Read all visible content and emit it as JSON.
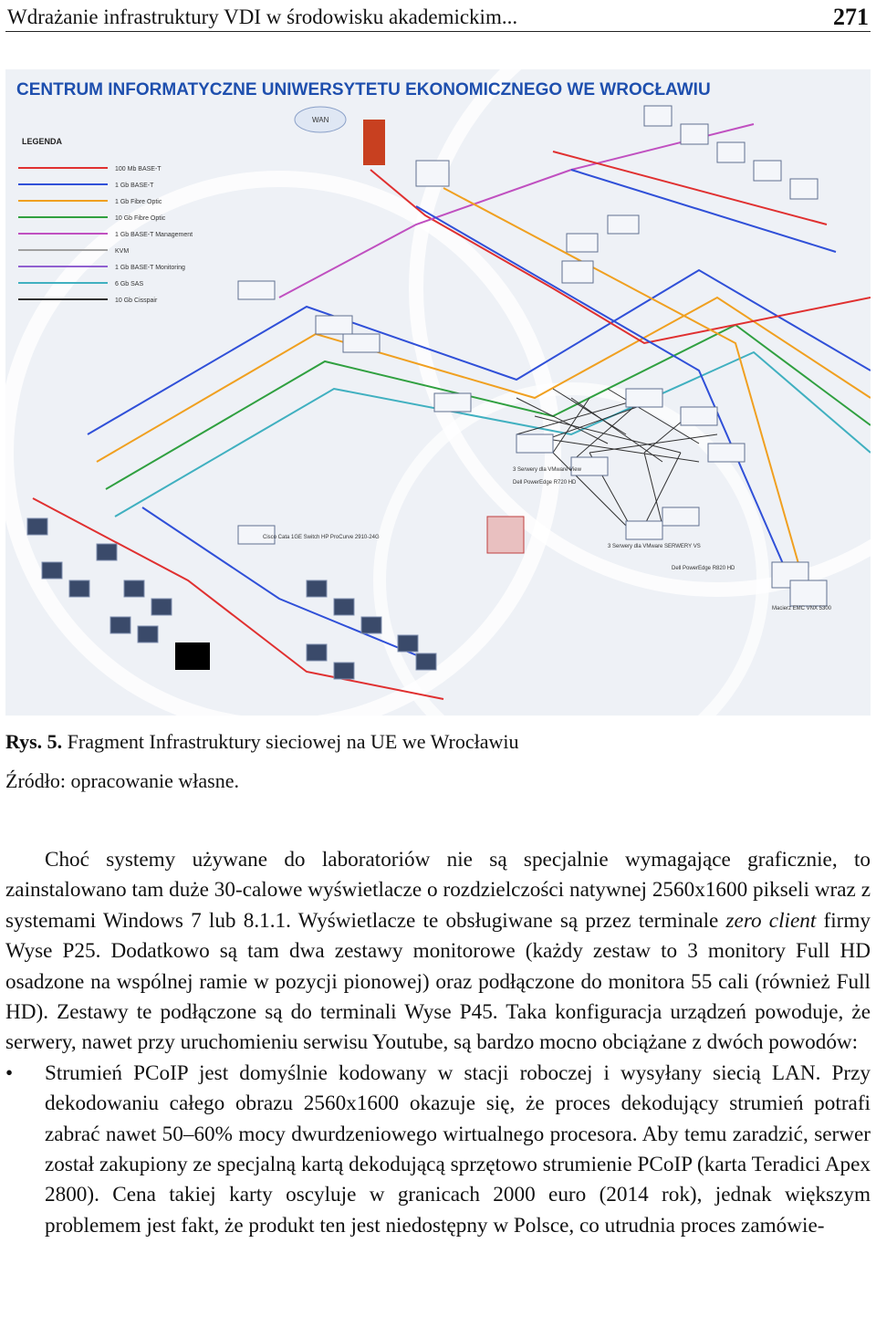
{
  "header": {
    "title": "Wdrażanie infrastruktury VDI w środowisku akademickim...",
    "page_number": "271"
  },
  "figure": {
    "banner": "CENTRUM INFORMATYCZNE UNIWERSYTETU EKONOMICZNEGO WE WROCŁAWIU",
    "legend_title": "LEGENDA",
    "legend": [
      {
        "label": "100 Mb BASE-T",
        "color": "#e03030"
      },
      {
        "label": "1 Gb BASE-T",
        "color": "#3050d8"
      },
      {
        "label": "1 Gb Fibre Optic",
        "color": "#f0a020"
      },
      {
        "label": "10 Gb Fibre Optic",
        "color": "#30a040"
      },
      {
        "label": "1 Gb BASE-T Management",
        "color": "#c050c0"
      },
      {
        "label": "KVM",
        "color": "#a0a0a0"
      },
      {
        "label": "1 Gb BASE-T Monitoring",
        "color": "#9060d0"
      },
      {
        "label": "6 Gb SAS",
        "color": "#40b0c0"
      },
      {
        "label": "10 Gb Cisspair",
        "color": "#303030"
      }
    ],
    "labels": {
      "wan": "WAN",
      "vdi_servers": "3 Serwery dla VMware View",
      "srv_servers": "3 Serwery dla VMware SERWERY VS",
      "dell_a": "Dell PowerEdge R720 HD",
      "dell_b": "Dell PowerEdge R820 HD",
      "cisco": "Cisco Cata 1GE Switch HP ProCurve 2910-24G",
      "emc": "Macierz EMC VNX 5300"
    }
  },
  "caption": {
    "label": "Rys. 5.",
    "text": "Fragment Infrastruktury sieciowej na UE we Wrocławiu"
  },
  "source": "Źródło: opracowanie własne.",
  "body": {
    "p1_a": "Choć systemy używane do laboratoriów nie są specjalnie wymagające graficznie, to zainstalowano tam duże 30-calowe wyświetlacze o rozdzielczości natywnej 2560x1600 pikseli wraz z systemami Windows 7 lub 8.1.1. Wyświetlacze te obsługiwane są przez terminale ",
    "p1_em": "zero client",
    "p1_b": " firmy Wyse P25. Dodatkowo są tam dwa zestawy monitorowe (każdy zestaw to 3 monitory Full HD osadzone na wspólnej ramie w pozycji pionowej) oraz podłączone do monitora 55 cali (również Full HD). Zestawy te podłączone są do terminali Wyse P45. Taka konfiguracja urządzeń powoduje, że serwery, nawet przy uruchomieniu serwisu Youtube, są bardzo mocno obciążane z dwóch powodów:",
    "bullet_mark": "•",
    "bullet1": "Strumień PCoIP jest domyślnie kodowany w stacji roboczej i wysyłany siecią LAN. Przy dekodowaniu całego obrazu 2560x1600 okazuje się, że proces dekodujący strumień potrafi zabrać nawet 50–60% mocy dwurdzeniowego wirtualnego procesora. Aby temu zaradzić, serwer został zakupiony ze specjalną kartą dekodującą sprzętowo strumienie PCoIP (karta Teradici Apex 2800). Cena takiej karty oscyluje w granicach 2000 euro (2014 rok), jednak większym problemem jest fakt, że produkt ten jest niedostępny w Polsce, co utrudnia proces zamówie-"
  }
}
